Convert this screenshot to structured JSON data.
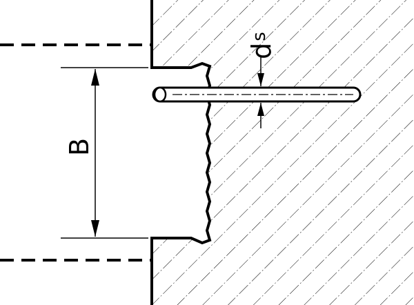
{
  "labels": {
    "width_dimension": "B",
    "diameter_main": "d",
    "diameter_subscript": "s"
  },
  "colors": {
    "line": "#000000",
    "hatch": "#000000",
    "background": "#ffffff"
  }
}
